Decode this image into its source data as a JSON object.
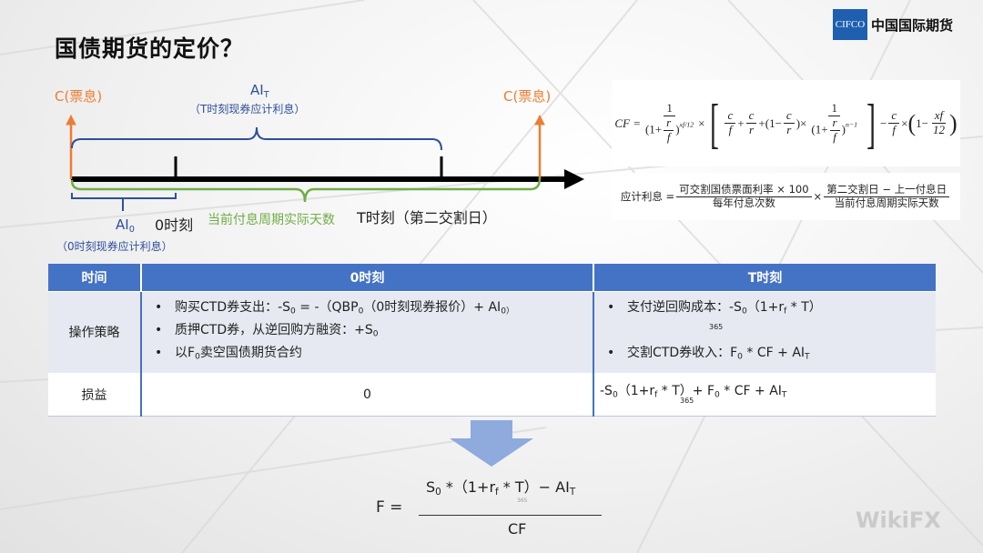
{
  "title": "国债期货的定价？",
  "logo": {
    "mark": "CIFCO",
    "name": "中国国际期货"
  },
  "watermark": "WikiFX",
  "colors": {
    "accent": "#4472c4",
    "coupon": "#ed7d31",
    "days": "#70ad47",
    "ai": "#2f4f9a",
    "arrow": "#8faadc"
  },
  "timeline": {
    "coupon_left": "C(票息)",
    "coupon_right": "C(票息)",
    "ai_t": "AI",
    "ai_t_sub": "T",
    "ai_t_note": "（T时刻现券应计利息）",
    "ai_0": "AI",
    "ai_0_sub": "0",
    "ai_0_note": "（0时刻现券应计利息）",
    "time_0": "0时刻",
    "period_days": "当前付息周期实际天数",
    "time_t": "T时刻（第二交割日）"
  },
  "cf_formula": {
    "lhs": "CF =",
    "one": "1",
    "open": "(1+",
    "r": "r",
    "f": "f",
    "close": ")",
    "xf": "xf",
    "twelve": "12",
    "times": "×",
    "c": "c",
    "plus": "+",
    "open_minus": "(1−",
    "n1": "n−1",
    "minus": "−",
    "open_paren": "(",
    "one_minus": "1−"
  },
  "ai_formula": {
    "lhs": "应计利息 =",
    "num1": "可交割国债票面利率 × 100",
    "den1": "每年付息次数",
    "times": "×",
    "num2": "第二交割日 − 上一付息日",
    "den2": "当前付息周期实际天数"
  },
  "table": {
    "headers": [
      "时间",
      "0时刻",
      "T时刻"
    ],
    "rows": [
      {
        "label": "操作策略",
        "t0": [
          [
            {
              "t": "购买CTD券支出：-S"
            },
            {
              "s": "0"
            },
            {
              "t": " = -（QBP"
            },
            {
              "s": "0"
            },
            {
              "t": "（0时刻现券报价）+ AI"
            },
            {
              "s": "0）"
            }
          ],
          [
            {
              "t": "质押CTD券，从逆回购方融资：+S"
            },
            {
              "s": "0"
            }
          ],
          [
            {
              "t": "以F"
            },
            {
              "s": "0"
            },
            {
              "t": "卖空国债期货合约"
            }
          ]
        ],
        "tT": [
          [
            {
              "t": "支付逆回购成本：-S"
            },
            {
              "s": "0"
            },
            {
              "t": "（1+r"
            },
            {
              "s": "f"
            },
            {
              "t": " * T）"
            }
          ],
          [
            {
              "t": "交割CTD券收入：F"
            },
            {
              "s": "0"
            },
            {
              "t": " * CF + AI"
            },
            {
              "s": "T"
            }
          ]
        ],
        "tT_note": "365"
      },
      {
        "label": "损益",
        "t0": "0",
        "tT": [
          {
            "t": "-S"
          },
          {
            "s": "0"
          },
          {
            "t": "（1+r"
          },
          {
            "s": "f"
          },
          {
            "t": " * T）+ F"
          },
          {
            "s": "0"
          },
          {
            "t": " * CF + AI"
          },
          {
            "s": "T"
          }
        ],
        "tT_note": "365"
      }
    ]
  },
  "result_formula": {
    "lhs": "F =",
    "numerator": [
      {
        "t": "S"
      },
      {
        "s": "0"
      },
      {
        "t": " *（1+r"
      },
      {
        "s": "f"
      },
      {
        "t": " * T）− AI"
      },
      {
        "s": "T"
      }
    ],
    "denominator": "CF",
    "note": "365"
  }
}
